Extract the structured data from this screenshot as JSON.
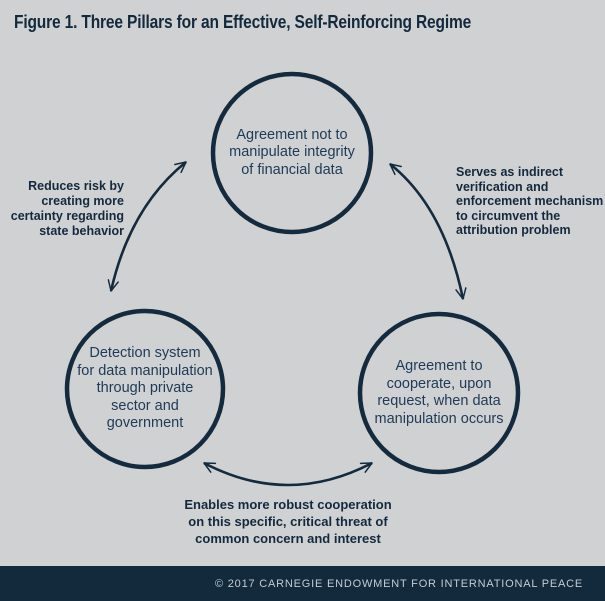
{
  "figure": {
    "title": "Figure 1. Three Pillars for an Effective, Self-Reinforcing Regime"
  },
  "colors": {
    "background": "#d0d1d3",
    "ink": "#142a3e",
    "node_text": "#1e3a57",
    "footer_background": "#13293c",
    "footer_text": "#c3ccd3"
  },
  "nodes": {
    "top": {
      "label": "Agreement not to\nmanipulate integrity\nof financial data"
    },
    "bottom_left": {
      "label": "Detection system\nfor data manipulation\nthrough private\nsector and\ngovernment"
    },
    "bottom_right": {
      "label": "Agreement to\ncooperate, upon\nrequest, when data\nmanipulation occurs"
    }
  },
  "edges": {
    "left": {
      "label": "Reduces risk by\ncreating more\ncertainty regarding\nstate behavior"
    },
    "right": {
      "label": "Serves as indirect\nverification and\nenforcement mechanism\nto circumvent the\nattribution problem"
    },
    "bottom": {
      "label": "Enables more robust cooperation\non this specific, critical threat of\ncommon concern and interest"
    }
  },
  "footer": {
    "text": "© 2017 CARNEGIE ENDOWMENT FOR INTERNATIONAL PEACE"
  }
}
